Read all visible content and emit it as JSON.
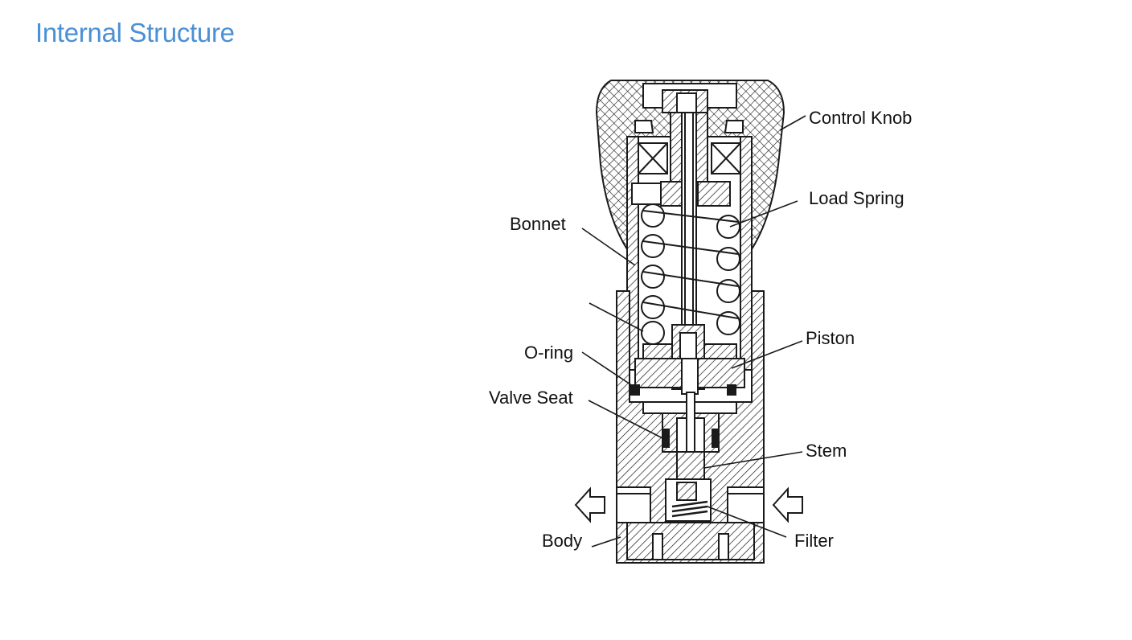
{
  "page": {
    "title": "Internal Structure"
  },
  "labels": {
    "control_knob": "Control Knob",
    "load_spring": "Load Spring",
    "bonnet": "Bonnet",
    "piston": "Piston",
    "o_ring": "O-ring",
    "valve_seat": "Valve Seat",
    "stem": "Stem",
    "body": "Body",
    "filter": "Filter"
  },
  "colors": {
    "title": "#4a90d4",
    "line": "#1a1a1a"
  }
}
